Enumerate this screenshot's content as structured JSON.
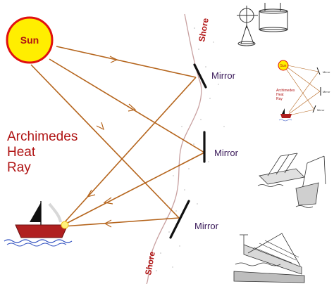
{
  "diagram": {
    "sun_label": "Sun",
    "title_lines": [
      "Archimedes",
      "Heat",
      "Ray"
    ],
    "mirror_labels": [
      "Mirror",
      "Mirror",
      "Mirror"
    ],
    "shore_labels": [
      "Shore",
      "Shore"
    ],
    "colors": {
      "sun_fill": "#ffee00",
      "sun_stroke": "#e01010",
      "ray": "#b5651d",
      "title": "#b01414",
      "mirror": "#111111",
      "shore": "#c8a0a0",
      "ship_hull": "#b02020",
      "water": "#3050c0"
    }
  },
  "thumbnails": {
    "ray_diagram": {
      "sun_label": "Sun",
      "title_lines": [
        "Archimedes",
        "Heat",
        "Ray"
      ],
      "mirror_labels": [
        "Mirror",
        "Mirror",
        "Mirror"
      ]
    }
  }
}
